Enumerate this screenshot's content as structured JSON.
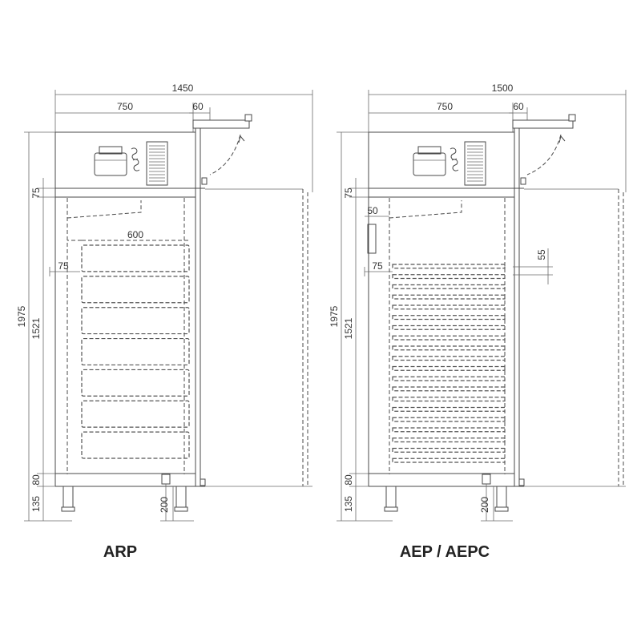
{
  "arp": {
    "model": "ARP",
    "dims": {
      "total_width": "1450",
      "body_width": "750",
      "rail_width": "60",
      "height": "1975",
      "inner_height": "1521",
      "top_offset": "75",
      "tray_width": "600",
      "tray_offset": "75",
      "base": "80",
      "feet": "135",
      "drain": "200"
    },
    "tray_count": 7
  },
  "aep": {
    "model": "AEP / AEPC",
    "dims": {
      "total_width": "1500",
      "body_width": "750",
      "rail_width": "60",
      "height": "1975",
      "inner_height": "1521",
      "top_offset": "75",
      "side_offset": "50",
      "tray_pitch": "55",
      "tray_offset": "75",
      "base": "80",
      "feet": "135",
      "drain": "200"
    },
    "rail_count": 20
  }
}
